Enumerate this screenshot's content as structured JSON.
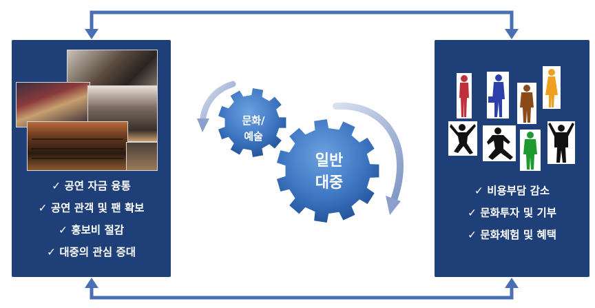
{
  "left_panel": {
    "benefits": [
      "✓ 공연 자금 융통",
      "✓ 공연 관객 및 팬 확보",
      "✓ 홍보비 절감",
      "✓ 대중의 관심 증대"
    ]
  },
  "right_panel": {
    "benefits": [
      "✓ 비용부담 감소",
      "✓ 문화투자 및 기부",
      "✓ 문화체험 및 혜택"
    ]
  },
  "gears": {
    "small_label_line1": "문화/",
    "small_label_line2": "예술",
    "large_label_line1": "일반",
    "large_label_line2": "대중"
  },
  "colors": {
    "panel": "#1f3f78",
    "connector": "#4a6fb5",
    "gear_light": "#5f95d8",
    "gear_dark": "#1f4f95",
    "swoosh": "#9fb1d4",
    "silhouettes": [
      "#c0303a",
      "#2c3ea8",
      "#8a4a1a",
      "#f0a020",
      "#111111",
      "#111111",
      "#1f9a30",
      "#111111"
    ]
  },
  "icons": [
    "check-icon",
    "arrow-down-icon",
    "gear-icon",
    "person-silhouette-icon",
    "photo-collage"
  ]
}
